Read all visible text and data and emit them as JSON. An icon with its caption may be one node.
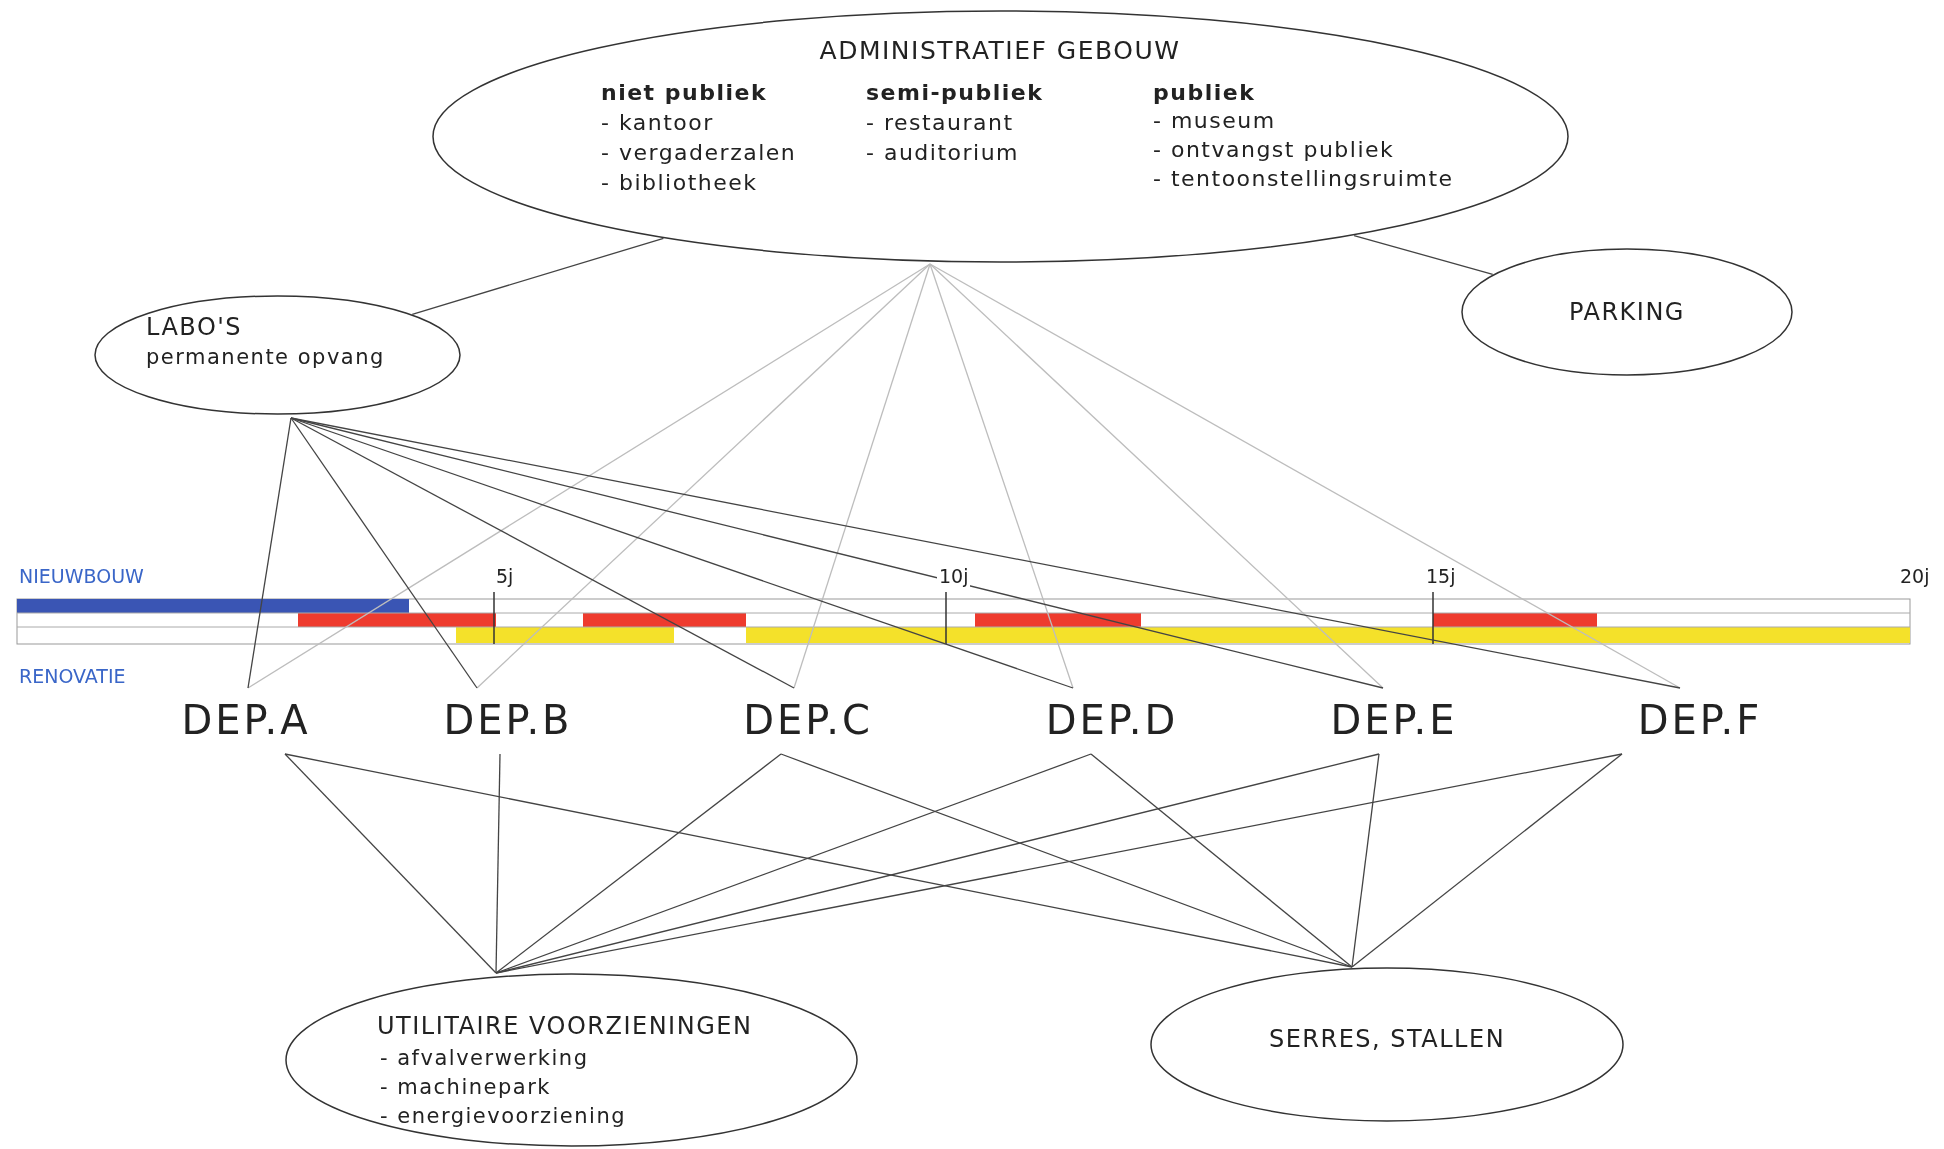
{
  "diagram": {
    "nodes": [
      {
        "text": [
          "ADMINISTRATIEF GEBOUW",
          "niet publiek",
          "- kantoor",
          "- vergaderzalen",
          "- bibliotheek",
          "semi-publiek",
          "- restaurant",
          "- auditorium",
          "publiek",
          "- museum",
          "- ontvangst publiek",
          "- tentoonstellingsruimte"
        ]
      },
      {
        "text": [
          "LABO'S",
          "permanente opvang"
        ]
      },
      {
        "text": [
          "PARKING"
        ]
      },
      {
        "text": [
          "DEP.A"
        ]
      },
      {
        "text": [
          "DEP.B"
        ]
      },
      {
        "text": [
          "DEP.C"
        ]
      },
      {
        "text": [
          "DEP.D"
        ]
      },
      {
        "text": [
          "DEP.E"
        ]
      },
      {
        "text": [
          "DEP.F"
        ]
      },
      {
        "text": [
          "UTILITAIRE VOORZIENINGEN",
          "- afvalverwerking",
          "- machinepark",
          "- energievoorziening"
        ]
      },
      {
        "text": [
          "SERRES, STALLEN"
        ]
      }
    ],
    "edges": [
      {
        "from": 0,
        "to": 1,
        "arrow": "none"
      },
      {
        "from": 0,
        "to": 2,
        "arrow": "none"
      },
      {
        "from": 0,
        "to": 3,
        "arrow": "none",
        "color": "#bdbdbd"
      },
      {
        "from": 0,
        "to": 4,
        "arrow": "none",
        "color": "#bdbdbd"
      },
      {
        "from": 0,
        "to": 5,
        "arrow": "none",
        "color": "#bdbdbd"
      },
      {
        "from": 0,
        "to": 6,
        "arrow": "none",
        "color": "#bdbdbd"
      },
      {
        "from": 0,
        "to": 7,
        "arrow": "none",
        "color": "#bdbdbd"
      },
      {
        "from": 0,
        "to": 8,
        "arrow": "none",
        "color": "#bdbdbd"
      },
      {
        "from": 1,
        "to": 3,
        "arrow": "none"
      },
      {
        "from": 1,
        "to": 4,
        "arrow": "none"
      },
      {
        "from": 1,
        "to": 5,
        "arrow": "none"
      },
      {
        "from": 1,
        "to": 6,
        "arrow": "none"
      },
      {
        "from": 1,
        "to": 7,
        "arrow": "none"
      },
      {
        "from": 1,
        "to": 8,
        "arrow": "none"
      },
      {
        "from": 3,
        "to": 9,
        "arrow": "none"
      },
      {
        "from": 4,
        "to": 9,
        "arrow": "none"
      },
      {
        "from": 5,
        "to": 9,
        "arrow": "none"
      },
      {
        "from": 6,
        "to": 9,
        "arrow": "none"
      },
      {
        "from": 7,
        "to": 9,
        "arrow": "none"
      },
      {
        "from": 8,
        "to": 9,
        "arrow": "none"
      },
      {
        "from": 3,
        "to": 10,
        "arrow": "none"
      },
      {
        "from": 5,
        "to": 10,
        "arrow": "none"
      },
      {
        "from": 6,
        "to": 10,
        "arrow": "none"
      },
      {
        "from": 7,
        "to": 10,
        "arrow": "none"
      },
      {
        "from": 8,
        "to": 10,
        "arrow": "none"
      }
    ],
    "labels": [
      "NIEUWBOUW",
      "5j",
      "10j",
      "15j",
      "20j",
      "RENOVATIE"
    ]
  }
}
